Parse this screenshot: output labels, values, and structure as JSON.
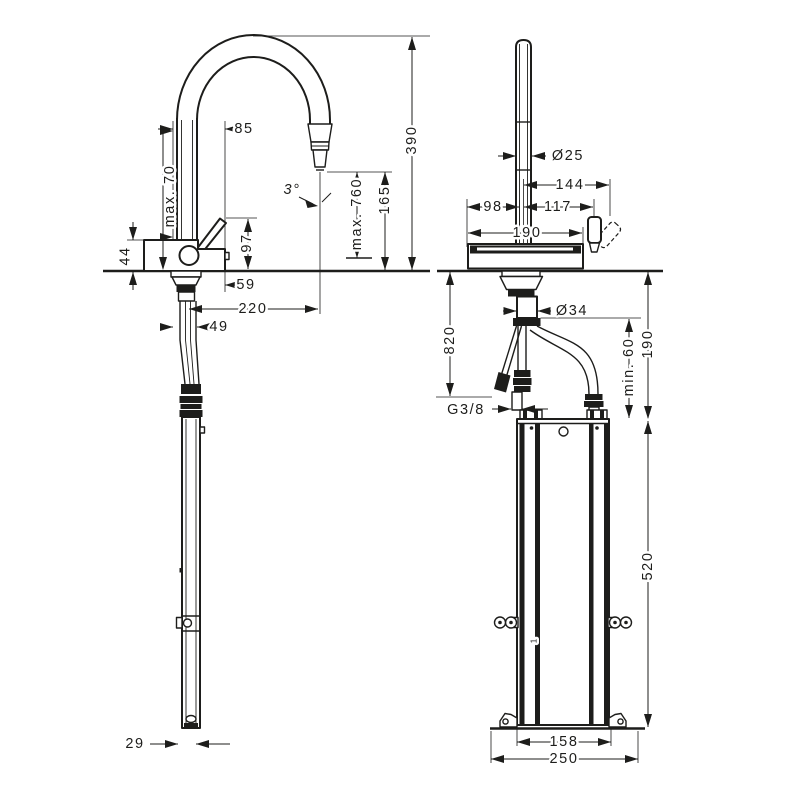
{
  "drawing": {
    "kind": "technical-dimension-drawing",
    "subject": "kitchen mixer tap with pull-out spray and under-counter mounting box",
    "line_color": "#1d1d1b",
    "background_color": "#ffffff"
  },
  "side_view": {
    "dim_85": "85",
    "dim_max70": "max. 70",
    "dim_390": "390",
    "dim_165": "165",
    "dim_max760": "max. 760",
    "dim_angle": "3°",
    "dim_97": "97",
    "dim_44": "44",
    "dim_59": "59",
    "dim_220": "220",
    "dim_49": "49",
    "dim_29": "29"
  },
  "front_view": {
    "dim_d25": "Ø25",
    "dim_144": "144",
    "dim_98": "98",
    "dim_117": "117",
    "dim_190_top": "190",
    "dim_d34": "Ø34",
    "dim_820": "820",
    "dim_g38": "G3/8",
    "dim_min60": "min. 60",
    "dim_190_right": "190",
    "dim_520": "520",
    "dim_158": "158",
    "dim_250": "250",
    "marker_1": "1"
  }
}
